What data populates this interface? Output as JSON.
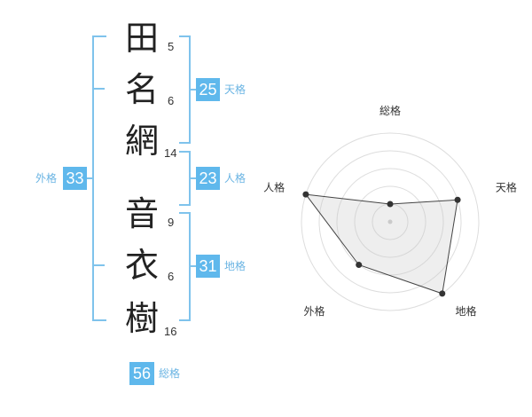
{
  "name": {
    "characters": [
      {
        "char": "田",
        "strokes": "5"
      },
      {
        "char": "名",
        "strokes": "6"
      },
      {
        "char": "網",
        "strokes": "14"
      },
      {
        "char": "音",
        "strokes": "9"
      },
      {
        "char": "衣",
        "strokes": "6"
      },
      {
        "char": "樹",
        "strokes": "16"
      }
    ]
  },
  "fortunes": {
    "tenkaku": {
      "value": "25",
      "label": "天格"
    },
    "jinkaku": {
      "value": "23",
      "label": "人格"
    },
    "chikaku": {
      "value": "31",
      "label": "地格"
    },
    "gaikaku": {
      "value": "33",
      "label": "外格"
    },
    "soukaku": {
      "value": "56",
      "label": "総格"
    }
  },
  "colors": {
    "accent": "#5fb8ec",
    "bracket": "#7fc3ec",
    "label": "#6ab4e3"
  },
  "chart_data": {
    "type": "radar",
    "axes": [
      "総格",
      "天格",
      "地格",
      "外格",
      "人格"
    ],
    "values": [
      1,
      4,
      5,
      3,
      5
    ],
    "range": [
      0,
      5
    ],
    "rings": 5
  }
}
